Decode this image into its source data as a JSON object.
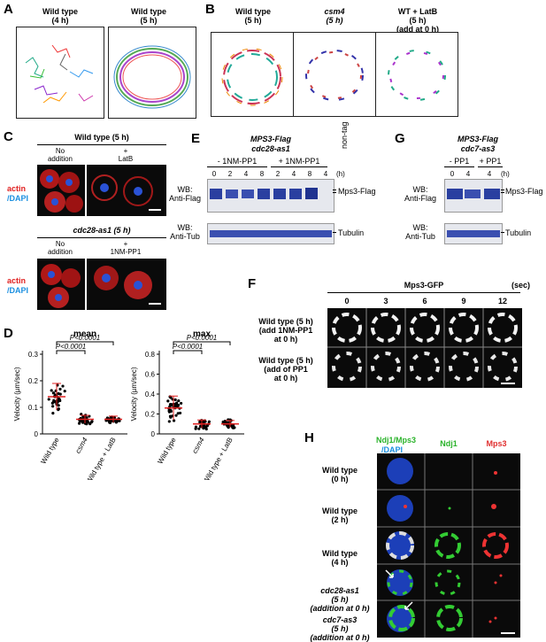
{
  "panels": {
    "A": "A",
    "B": "B",
    "C": "C",
    "D": "D",
    "E": "E",
    "F": "F",
    "G": "G",
    "H": "H"
  },
  "a": {
    "labels": [
      "Wild type\n(4 h)",
      "Wild type\n(5 h)"
    ]
  },
  "b": {
    "labels": [
      "Wild type\n(5 h)",
      "csm4\n(5 h)",
      "WT + LatB\n(5 h)\n(add at 0 h)"
    ]
  },
  "c": {
    "top_title": "Wild type (5 h)",
    "top_cols": [
      "No\naddition",
      "+\nLatB"
    ],
    "bottom_title": "cdc28-as1 (5 h)",
    "bottom_cols": [
      "No\naddition",
      "+\n1NM-PP1"
    ],
    "stain_actin": "actin",
    "stain_dapi": "/DAPI"
  },
  "e": {
    "title1": "MPS3-Flag",
    "title2": "cdc28-as1",
    "group1": "- 1NM-PP1",
    "group2": "+ 1NM-PP1",
    "nontag": "non-tag",
    "times": [
      "0",
      "2",
      "4",
      "8",
      "2",
      "4",
      "8",
      "4"
    ],
    "unit": "(h)",
    "wb1": "WB:\nAnti-Flag",
    "wb2": "WB:\nAnti-Tub",
    "band1": "Mps3-Flag",
    "band2": "Tubulin"
  },
  "g": {
    "title1": "MPS3-Flag",
    "title2": "cdc7-as3",
    "group1": "- PP1",
    "group2": "+ PP1",
    "times": [
      "0",
      "4",
      "4"
    ],
    "unit": "(h)",
    "wb1": "WB:\nAnti-Flag",
    "wb2": "WB:\nAnti-Tub",
    "band1": "Mps3-Flag",
    "band2": "Tubulin"
  },
  "f": {
    "title": "Mps3-GFP",
    "unit": "(sec)",
    "times": [
      "0",
      "3",
      "6",
      "9",
      "12"
    ],
    "rows": [
      "Wild type (5 h)\n(add 1NM-PP1\nat 0 h)",
      "Wild type (5 h)\n(add of PP1\nat 0 h)"
    ]
  },
  "h": {
    "col1a": "Ndj1/Mps3",
    "col1b": "/DAPI",
    "col2": "Ndj1",
    "col3": "Mps3",
    "rows": [
      "Wild type\n(0 h)",
      "Wild type\n(2 h)",
      "Wild type\n(4 h)",
      "cdc28-as1\n(5 h)\n(addition at 0 h)",
      "cdc7-as3\n(5 h)\n(addition at 0 h)"
    ]
  },
  "chart_data": [
    {
      "type": "scatter",
      "title": "mean",
      "ylabel": "Velocity (µm/sec)",
      "categories": [
        "Wild type",
        "csm4",
        "Wild type + LatB"
      ],
      "ylim": [
        0,
        0.3
      ],
      "yticks": [
        "0",
        "0.1",
        "0.2",
        "0.3"
      ],
      "annotations": [
        "P<0.0001",
        "P<0.0001"
      ],
      "summary": [
        {
          "category": "Wild type",
          "mean": 0.14,
          "sd": 0.05
        },
        {
          "category": "csm4",
          "mean": 0.055,
          "sd": 0.015
        },
        {
          "category": "Wild type + LatB",
          "mean": 0.055,
          "sd": 0.012
        }
      ]
    },
    {
      "type": "scatter",
      "title": "max",
      "ylabel": "Velocity (µm/sec)",
      "categories": [
        "Wild type",
        "csm4",
        "Wild type + LatB"
      ],
      "ylim": [
        0,
        0.8
      ],
      "yticks": [
        "0",
        "0.2",
        "0.4",
        "0.6",
        "0.8"
      ],
      "annotations": [
        "P<0.0001",
        "P<0.0001"
      ],
      "summary": [
        {
          "category": "Wild type",
          "mean": 0.26,
          "sd": 0.12
        },
        {
          "category": "csm4",
          "mean": 0.1,
          "sd": 0.04
        },
        {
          "category": "Wild type + LatB",
          "mean": 0.1,
          "sd": 0.035
        }
      ]
    }
  ]
}
